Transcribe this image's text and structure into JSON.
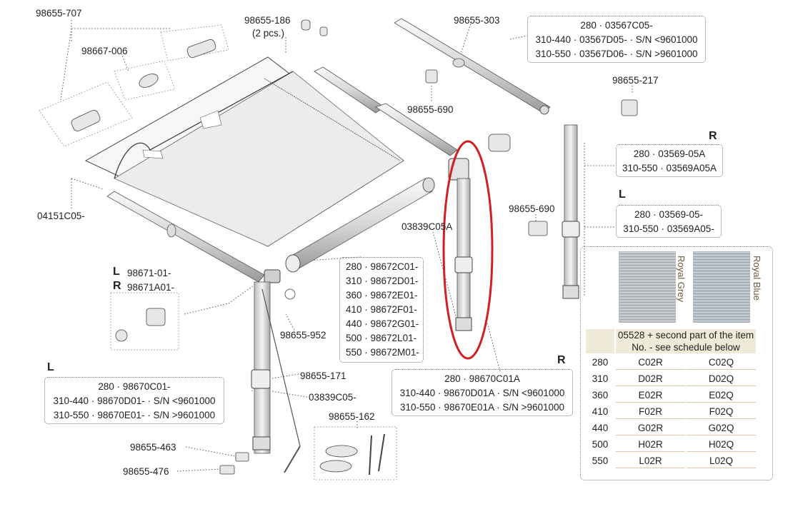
{
  "labels": {
    "p_98655_707": "98655-707",
    "p_98667_006": "98667-006",
    "p_98655_186": "98655-186",
    "p_98655_186_qty": "(2 pcs.)",
    "p_98655_303": "98655-303",
    "p_98655_690_top": "98655-690",
    "p_98655_217": "98655-217",
    "p_04151C05": "04151C05-",
    "p_98655_690_mid": "98655-690",
    "p_03839C05A": "03839C05A",
    "p_98671_L_letter": "L",
    "p_98671_01": "98671-01-",
    "p_98671_R_letter": "R",
    "p_98671_A01": "98671A01-",
    "p_98655_952": "98655-952",
    "p_98655_171": "98655-171",
    "p_03839C05": "03839C05-",
    "p_98655_162": "98655-162",
    "p_98655_463": "98655-463",
    "p_98655_476": "98655-476"
  },
  "boxes": {
    "arm_top": [
      "280 · 03567C05-",
      "310-440 · 03567D05- · S/N <9601000",
      "310-550 · 03567D06- · S/N >9601000"
    ],
    "leg_R_letter": "R",
    "leg_R": [
      "280 · 03569-05A",
      "310-550 · 03569A05A"
    ],
    "leg_L_letter": "L",
    "leg_L": [
      "280 · 03569-05-",
      "310-550 · 03569A05-"
    ],
    "roller": [
      "280 · 98672C01-",
      "310 · 98672D01-",
      "360 · 98672E01-",
      "410 · 98672F01-",
      "440 · 98672G01-",
      "500 · 98672L01-",
      "550 · 98672M01-"
    ],
    "arm_L_letter": "L",
    "arm_L": [
      "280 · 98670C01-",
      "310-440 · 98670D01- · S/N <9601000",
      "310-550 · 98670E01- · S/N >9601000"
    ],
    "arm_R_letter": "R",
    "arm_R": [
      "280 · 98670C01A",
      "310-440 · 98670D01A · S/N <9601000",
      "310-550 · 98670E01A · S/N >9601000"
    ]
  },
  "fabric": {
    "swatch1_label": "Royal Grey",
    "swatch2_label": "Royal Blue",
    "header": "05528 + second part of the item No. - see schedule below",
    "rows": [
      {
        "size": "280",
        "grey": "C02R",
        "blue": "C02Q"
      },
      {
        "size": "310",
        "grey": "D02R",
        "blue": "D02Q"
      },
      {
        "size": "360",
        "grey": "E02R",
        "blue": "E02Q"
      },
      {
        "size": "410",
        "grey": "F02R",
        "blue": "F02Q"
      },
      {
        "size": "440",
        "grey": "G02R",
        "blue": "G02Q"
      },
      {
        "size": "500",
        "grey": "H02R",
        "blue": "H02Q"
      },
      {
        "size": "550",
        "grey": "L02R",
        "blue": "L02Q"
      }
    ]
  },
  "colors": {
    "highlight": "#d11f24",
    "line": "#555555",
    "table_header_bg": "#f0ead8",
    "table_header_text": "#8b6a34"
  }
}
